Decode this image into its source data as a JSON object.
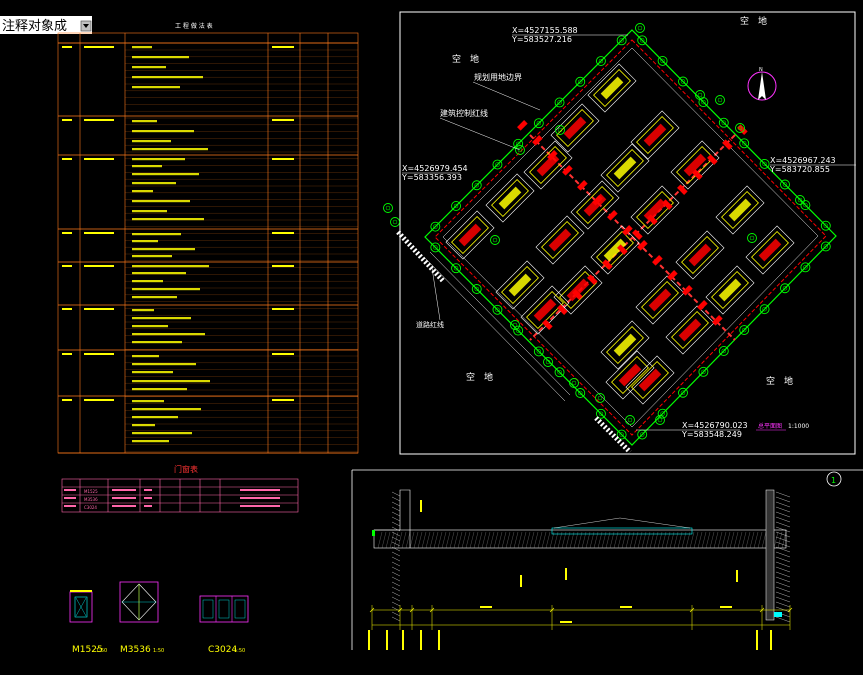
{
  "toolbar": {
    "annotate_label": "注释对象成",
    "colors": {
      "bg": "#ffffff",
      "text": "#000000",
      "btn": "#c0c0c0"
    }
  },
  "spec_table": {
    "title": "工 程 做 法 表",
    "columns": [
      "",
      "",
      "",
      "",
      "",
      ""
    ],
    "row_tags": [
      "",
      "",
      "",
      "",
      "",
      "",
      "",
      "",
      "",
      ""
    ]
  },
  "door_table": {
    "title": "门窗表",
    "subtitle": "",
    "header": [
      "",
      "",
      "",
      "",
      "",
      "",
      "",
      ""
    ],
    "rows": [
      [
        "",
        "M1525",
        "",
        "",
        "",
        "",
        "",
        ""
      ],
      [
        "",
        "M3536",
        "",
        "",
        "",
        "",
        "",
        ""
      ],
      [
        "",
        "C3024",
        "",
        "",
        "",
        "",
        "",
        ""
      ]
    ]
  },
  "details": [
    {
      "code": "M1525",
      "scale": "1:50"
    },
    {
      "code": "M3536",
      "scale": "1:50"
    },
    {
      "code": "C3024",
      "scale": "1:50"
    }
  ],
  "site_plan": {
    "labels": {
      "empty_top_right": "空　地",
      "empty_top_left": "空　地",
      "empty_bottom_left": "空　地",
      "empty_bottom_right": "空　地",
      "planning_line": "规划用地边界",
      "building_control": "建筑控制红线",
      "road_red_line": "道路红线",
      "scale_title": "总平面图",
      "scale": "1:1000"
    },
    "coords": [
      {
        "x": "X=4527155.588",
        "y": "Y=583527.216"
      },
      {
        "x": "X=4526967.243",
        "y": "Y=583720.855"
      },
      {
        "x": "X=4526979.454",
        "y": "Y=583356.393"
      },
      {
        "x": "X=4526790.023",
        "y": "Y=583548.249"
      }
    ],
    "north_label": "N"
  },
  "section": {
    "marker": "1",
    "colors": {
      "frame": "#ffffff",
      "dim": "#ffff00",
      "hatch": "#ffffff"
    }
  },
  "colors": {
    "bg": "#000000",
    "table": "#ff7a1a",
    "site_border": "#ffffff",
    "green": "#00ff00",
    "red": "#ff0000",
    "yellow": "#ffff00",
    "magenta": "#ff33ff",
    "cyan": "#00ffff"
  }
}
